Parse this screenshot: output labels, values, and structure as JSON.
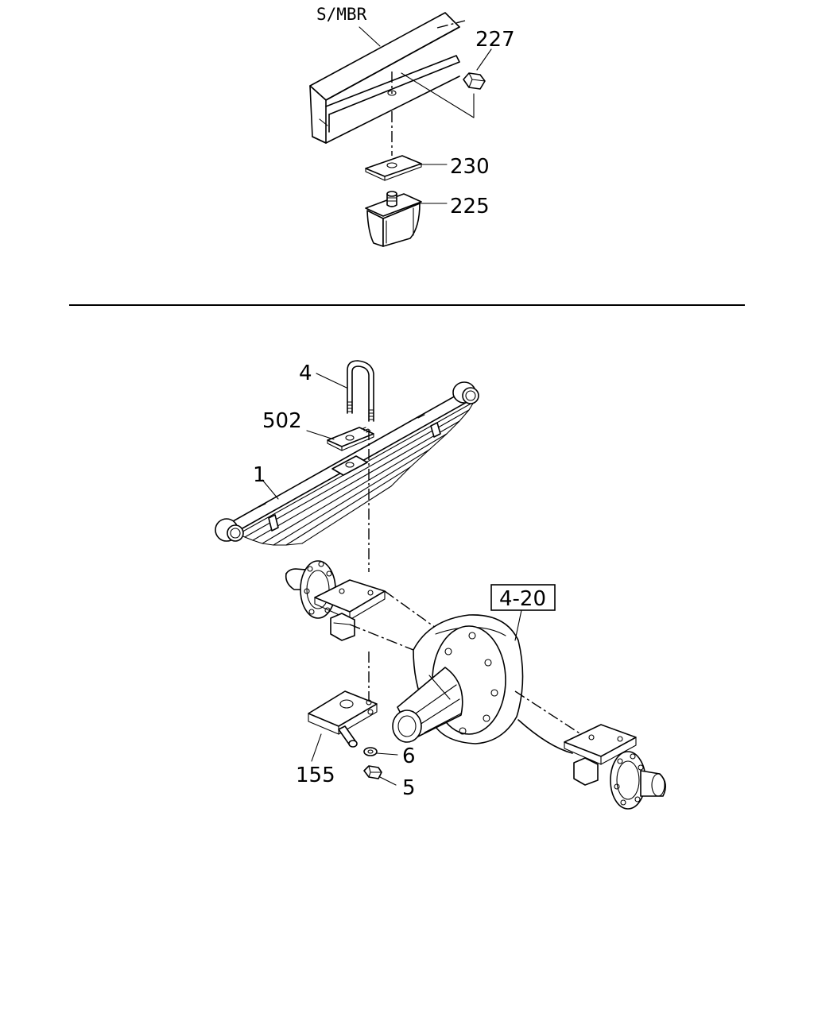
{
  "labels": {
    "s_mbr": "S/MBR",
    "p227": "227",
    "p230": "230",
    "p225": "225",
    "p4": "4",
    "p502": "502",
    "p1": "1",
    "p4_20": "4-20",
    "p6": "6",
    "p5": "5",
    "p155": "155"
  }
}
